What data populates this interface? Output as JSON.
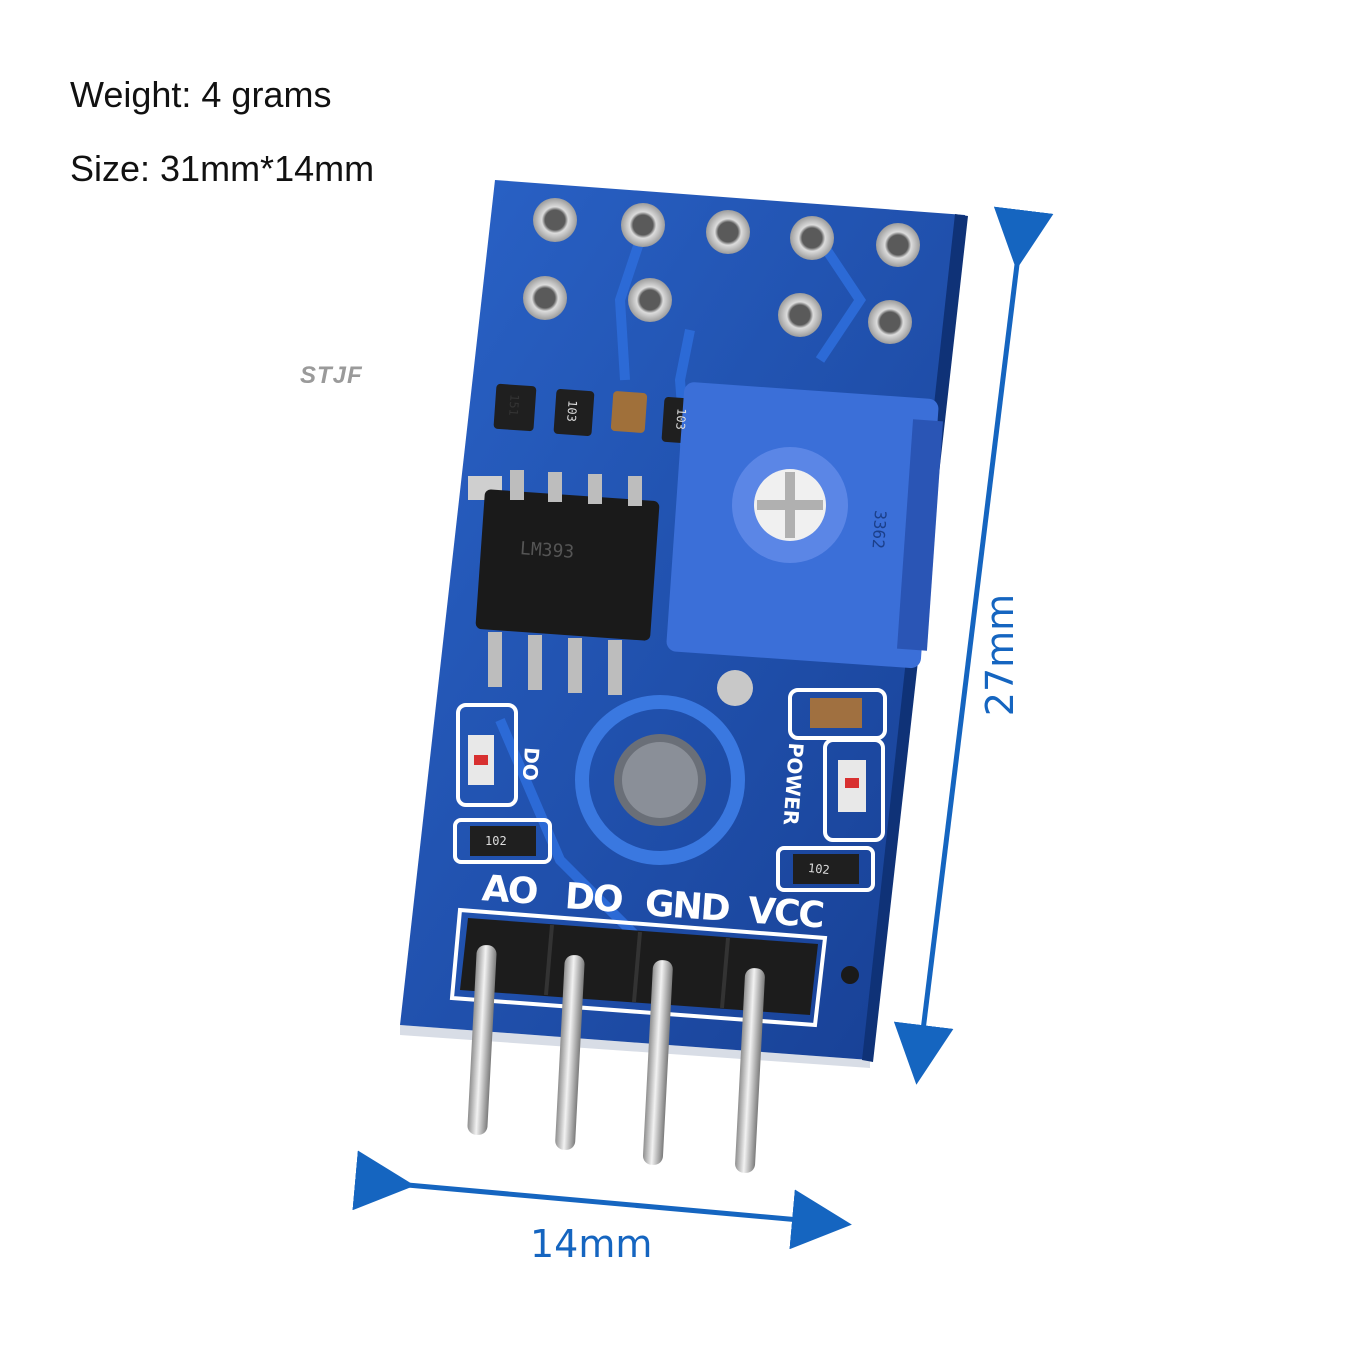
{
  "specs": {
    "weight": "Weight: 4 grams",
    "size": "Size: 31mm*14mm"
  },
  "watermark": "STJF",
  "dimensions": {
    "width_label": "14mm",
    "height_label": "27mm"
  },
  "board": {
    "pin_labels": [
      "AO",
      "DO",
      "GND",
      "VCC"
    ],
    "led_labels": {
      "do": "DO",
      "power": "POWER"
    },
    "smd_codes": [
      "151",
      "103",
      "103",
      "102",
      "102"
    ],
    "chip_text": "LM393",
    "pot_text": "3362",
    "colors": {
      "pcb": "#1a4fae",
      "pcb_dark": "#123d8c",
      "pot": "#3b6fd8",
      "header": "#1c1c1c",
      "pin": "#c9c9c9",
      "arrow": "#1565c0"
    }
  }
}
